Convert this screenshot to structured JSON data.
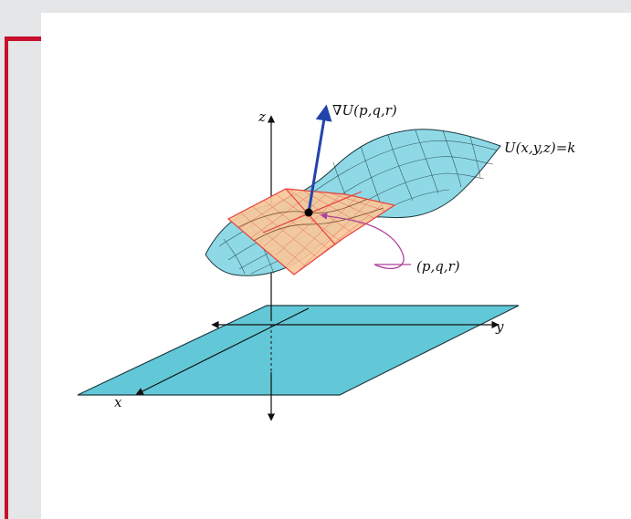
{
  "labels": {
    "z_axis": "z",
    "x_axis": "x",
    "y_axis": "y",
    "gradient": "∇U(p,q,r)",
    "surface": "U(x,y,z)=k",
    "point": "(p,q,r)"
  },
  "colors": {
    "accent": "#c8102e",
    "plane_fill": "#62c8d8",
    "surface_fill": "#8fd9e6",
    "tangent_fill": "#f8c89a",
    "tangent_stroke": "#e8403a",
    "gradient_arrow": "#2244aa",
    "pointer_curve": "#b0409a"
  }
}
